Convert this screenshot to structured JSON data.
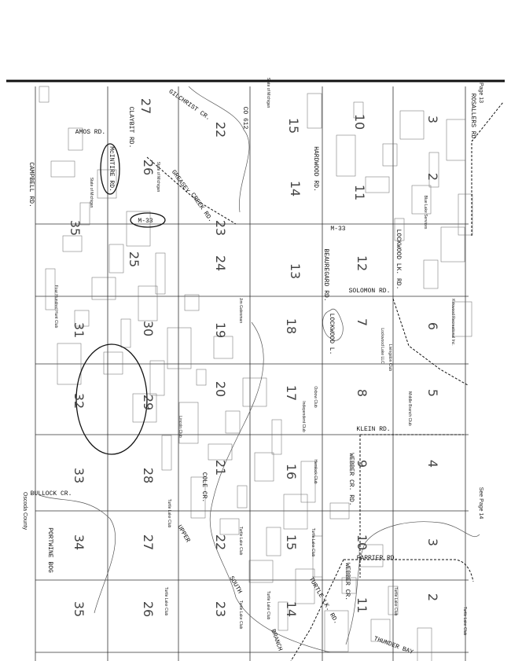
{
  "page_header": "Page 13",
  "side_note_left": "Oscoda County",
  "side_note_right": "See Page 14",
  "sections": [
    "27",
    "26",
    "35",
    "22",
    "23",
    "15",
    "14",
    "10",
    "11",
    "3",
    "2",
    "25",
    "24",
    "13",
    "12",
    "30",
    "31",
    "19",
    "18",
    "7",
    "6",
    "29",
    "32",
    "20",
    "17",
    "8",
    "5",
    "33",
    "28",
    "21",
    "16",
    "9",
    "4",
    "34",
    "27",
    "22",
    "15",
    "10",
    "3",
    "35",
    "26",
    "23",
    "14",
    "11",
    "2"
  ],
  "roads": [
    "CAMPBELL RD.",
    "CLAYBIT RD.",
    "GILCHRIST CR.",
    "GREASEY",
    "CREEK RD.",
    "AMOS RD.",
    "McINTIRE RD.",
    "M-33",
    "CO 612",
    "HARDWOOD RD.",
    "LOCKWOOD LK. RD.",
    "ROSALLERS RD.",
    "BEAUREGARD RD.",
    "SOLOMON RD.",
    "LOCKWOOD L.",
    "KLEIN RD.",
    "WEBBER CR. RD.",
    "BULLOCK CR.",
    "PORTWINE BOG",
    "COLE CR.",
    "UPPER",
    "SOUTH",
    "BRANCH",
    "FARRIER RD.",
    "TURTLE LK. RD.",
    "WEBBER CR.",
    "THUNDER BAY",
    "M-33"
  ],
  "owners": [
    "State of Michigan",
    "State of Michigan",
    "State of Michigan",
    "Blue Lake Services",
    "Turtle Lake Club",
    "Turtle Lake Club",
    "Turtle Lake Club",
    "Turtle Lake Club",
    "Turtle Lake Club",
    "Turtle Lake Club",
    "Turtle Lake Club",
    "Turtle Lake Club",
    "Lincoln Club",
    "Independent Club",
    "Four Hundred Hunt Club",
    "Jim Gatesman",
    "Livingston Club",
    "Hemlock Club",
    "Lockwood Lake LLC",
    "Oxbow Club",
    "Middle Branch Club",
    "Kirkwood Recreational Inc."
  ]
}
